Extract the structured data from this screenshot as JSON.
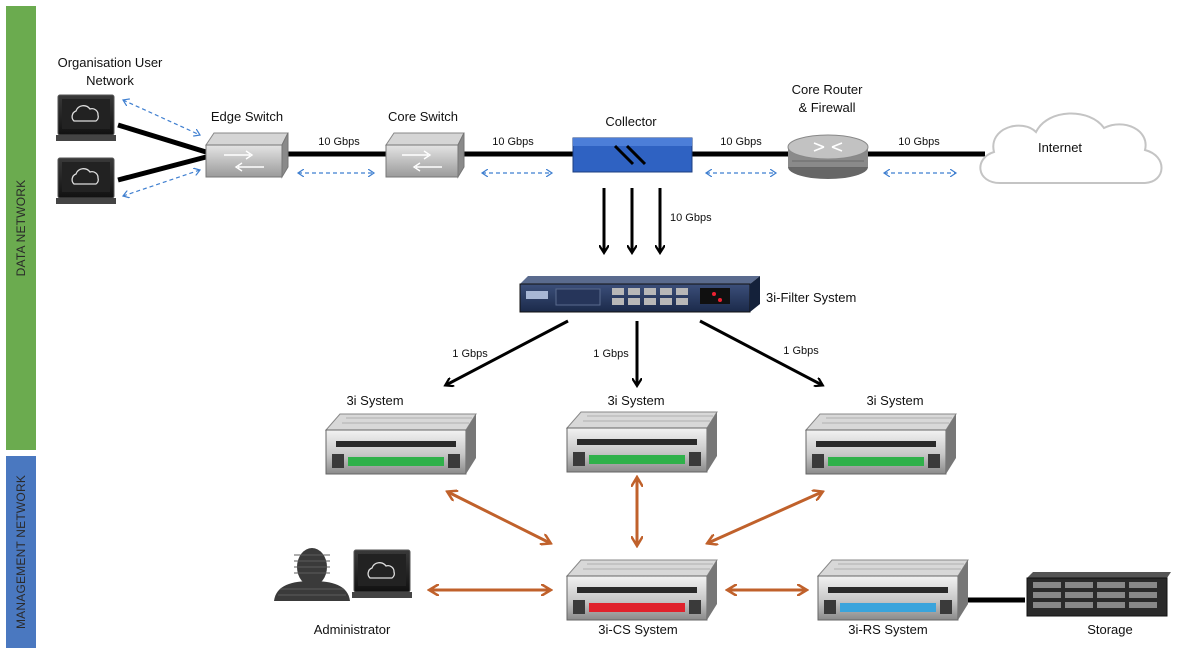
{
  "bands": {
    "data_network": {
      "label": "DATA NETWORK",
      "color": "#6bab4f"
    },
    "management_network": {
      "label": "MANAGEMENT NETWORK",
      "color": "#4a78c0"
    }
  },
  "nodes": {
    "user_network": "Organisation User Network",
    "edge_switch": "Edge Switch",
    "core_switch": "Core Switch",
    "collector": "Collector",
    "core_router": "Core Router & Firewall",
    "internet": "Internet",
    "filter": "3i-Filter System",
    "sys_left": "3i System",
    "sys_mid": "3i System",
    "sys_right": "3i System",
    "admin": "Administrator",
    "cs": "3i-CS System",
    "rs": "3i-RS System",
    "storage": "Storage"
  },
  "links": {
    "edge_core": "10 Gbps",
    "core_collector": "10 Gbps",
    "collector_router": "10 Gbps",
    "router_internet": "10 Gbps",
    "collector_filter": "10 Gbps",
    "filter_left": "1 Gbps",
    "filter_mid": "1 Gbps",
    "filter_right": "1 Gbps"
  },
  "colors": {
    "mgmt_arrow": "#c0612b",
    "cs_strip": "#e0222c",
    "rs_strip": "#3aa4dc",
    "server_strip": "#2fb14a",
    "collector_box": "#2f62c2",
    "flow_arrow": "#3f7fd0"
  }
}
